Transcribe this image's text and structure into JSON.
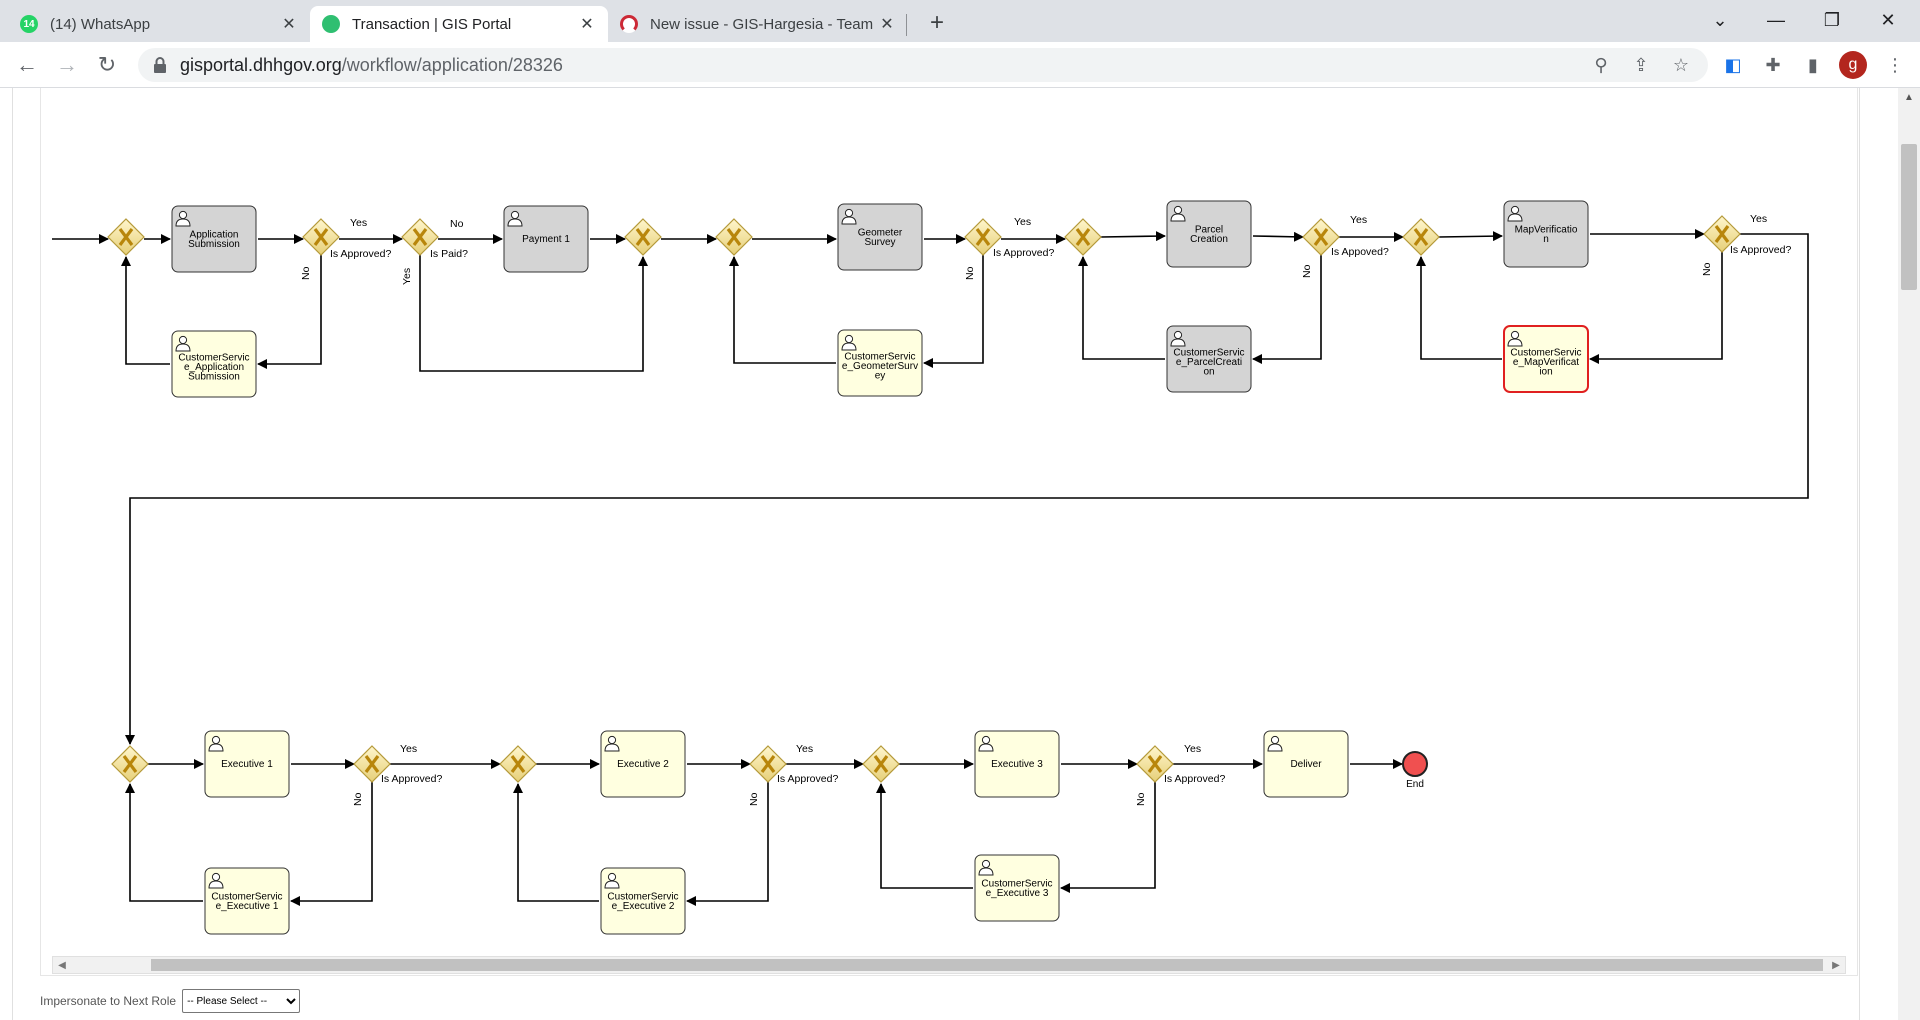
{
  "browser": {
    "tabs": [
      {
        "title": "(14) WhatsApp",
        "favicon": "whatsapp-icon",
        "badge": "14",
        "active": false
      },
      {
        "title": "Transaction | GIS Portal",
        "favicon": "gis-portal-icon",
        "active": true
      },
      {
        "title": "New issue - GIS-Hargesia - Team",
        "favicon": "azure-devops-icon",
        "active": false
      }
    ],
    "url_domain": "gisportal.dhhgov.org",
    "url_path": "/workflow/application/28326",
    "profile_initial": "g"
  },
  "workflow": {
    "tasks": [
      {
        "id": "t_appsub",
        "label": "Application Submission",
        "state": "completed"
      },
      {
        "id": "t_csapp",
        "label": "CustomerService_Application Submission",
        "state": "pending"
      },
      {
        "id": "t_pay1",
        "label": "Payment 1",
        "state": "completed"
      },
      {
        "id": "t_geo",
        "label": "Geometer Survey",
        "state": "completed"
      },
      {
        "id": "t_csgeo",
        "label": "CustomerService_GeometerSurvey",
        "state": "pending"
      },
      {
        "id": "t_parcel",
        "label": "Parcel Creation",
        "state": "completed"
      },
      {
        "id": "t_csparcel",
        "label": "CustomerService_ParcelCreation",
        "state": "completed"
      },
      {
        "id": "t_map",
        "label": "MapVerification",
        "state": "completed"
      },
      {
        "id": "t_csmap",
        "label": "CustomerService_MapVerification",
        "state": "current"
      },
      {
        "id": "t_ex1",
        "label": "Executive 1",
        "state": "pending"
      },
      {
        "id": "t_csex1",
        "label": "CustomerService_Executive 1",
        "state": "pending"
      },
      {
        "id": "t_ex2",
        "label": "Executive 2",
        "state": "pending"
      },
      {
        "id": "t_csex2",
        "label": "CustomerService_Executive 2",
        "state": "pending"
      },
      {
        "id": "t_ex3",
        "label": "Executive 3",
        "state": "pending"
      },
      {
        "id": "t_csex3",
        "label": "CustomerService_Executive 3",
        "state": "pending"
      },
      {
        "id": "t_deliver",
        "label": "Deliver",
        "state": "pending"
      }
    ],
    "decision_labels": {
      "approved": "Is Approved?",
      "appoved": "Is Appoved?",
      "paid": "Is Paid?"
    },
    "branch_labels": {
      "yes": "Yes",
      "no": "No"
    },
    "end_label": "End",
    "colors": {
      "completed_fill": "#d4d4d4",
      "pending_fill": "#ffffe0",
      "current_border": "#e02020",
      "gateway_fill": "#f0e2a8",
      "gateway_mark": "#b8860b",
      "end_fill": "#f05050"
    }
  },
  "footer": {
    "impersonate_label": "Impersonate to Next Role",
    "select_value": "-- Please Select --"
  }
}
